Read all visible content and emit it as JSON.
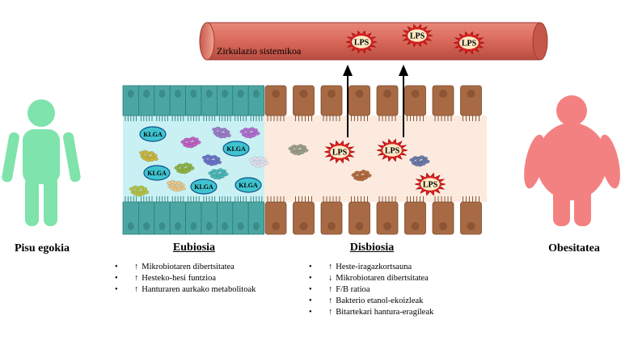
{
  "colors": {
    "vessel": "#d9695a",
    "vessel_edge": "#9c3b30",
    "healthy_person": "#7fe3ac",
    "obese_person": "#f48181",
    "eubiosis_cells": "#4aa6a3",
    "eubiosis_lumen": "#c9f1f4",
    "dysbiosis_cells": "#a86a44",
    "dysbiosis_lumen": "#fdeade",
    "klga_fill": "#3fc4cf",
    "klga_edge": "#0d4f8a",
    "lps_burst": "#e41f1f"
  },
  "icons": {
    "healthy": "person-normal-weight-icon",
    "obese": "person-obese-icon",
    "lps": "lps-burst-icon",
    "bacteria": "bacteria-cluster-icon"
  },
  "circulation": {
    "label": "Zirkulazio sistemikoa",
    "lps_labels": [
      "LPS",
      "LPS",
      "LPS"
    ]
  },
  "eubiosis": {
    "title": "Eubiosia",
    "klga_labels": [
      "KLGA",
      "KLGA",
      "KLGA",
      "KLGA",
      "KLGA"
    ],
    "items": [
      {
        "arrow": "↑",
        "text": "Mikrobiotaren dibertsitatea"
      },
      {
        "arrow": "↑",
        "text": "Hesteko-hesi funtzioa"
      },
      {
        "arrow": "↑",
        "text": "Hanturaren aurkako metabolitoak"
      }
    ]
  },
  "dysbiosis": {
    "title": "Disbiosia",
    "lps_labels": [
      "LPS",
      "LPS",
      "LPS"
    ],
    "items": [
      {
        "arrow": "↑",
        "text": "Heste-iragazkortsauna"
      },
      {
        "arrow": "↓",
        "text": "Mikrobiotaren dibertsitatea"
      },
      {
        "arrow": "↑",
        "text": "F/B ratioa"
      },
      {
        "arrow": "↑",
        "text": "Bakterio etanol-ekoizleak"
      },
      {
        "arrow": "↑",
        "text": "Bitartekari hantura-eragileak"
      }
    ]
  },
  "left_label": "Pisu egokia",
  "right_label": "Obesitatea"
}
